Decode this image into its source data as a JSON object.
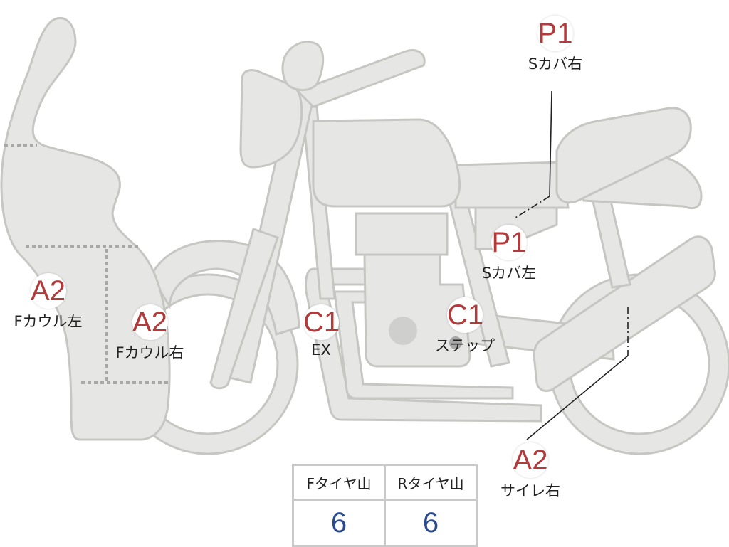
{
  "callouts": [
    {
      "id": "p1-right",
      "code": "P1",
      "label": "Sカバ右"
    },
    {
      "id": "p1-left",
      "code": "P1",
      "label": "Sカバ左"
    },
    {
      "id": "a2-fcowl-left",
      "code": "A2",
      "label": "Fカウル左"
    },
    {
      "id": "a2-fcowl-right",
      "code": "A2",
      "label": "Fカウル右"
    },
    {
      "id": "c1-ex",
      "code": "C1",
      "label": "EX"
    },
    {
      "id": "c1-step",
      "code": "C1",
      "label": "ステップ"
    },
    {
      "id": "a2-muffler-right",
      "code": "A2",
      "label": "サイレ右"
    }
  ],
  "tire_table": {
    "headers": [
      "Fタイヤ山",
      "Rタイヤ山"
    ],
    "values": [
      "6",
      "6"
    ]
  },
  "colors": {
    "part_fill": "#e6e6e4",
    "part_stroke": "#c6c6c3",
    "code_text": "#b33a3a",
    "table_value": "#2b4a8f"
  }
}
